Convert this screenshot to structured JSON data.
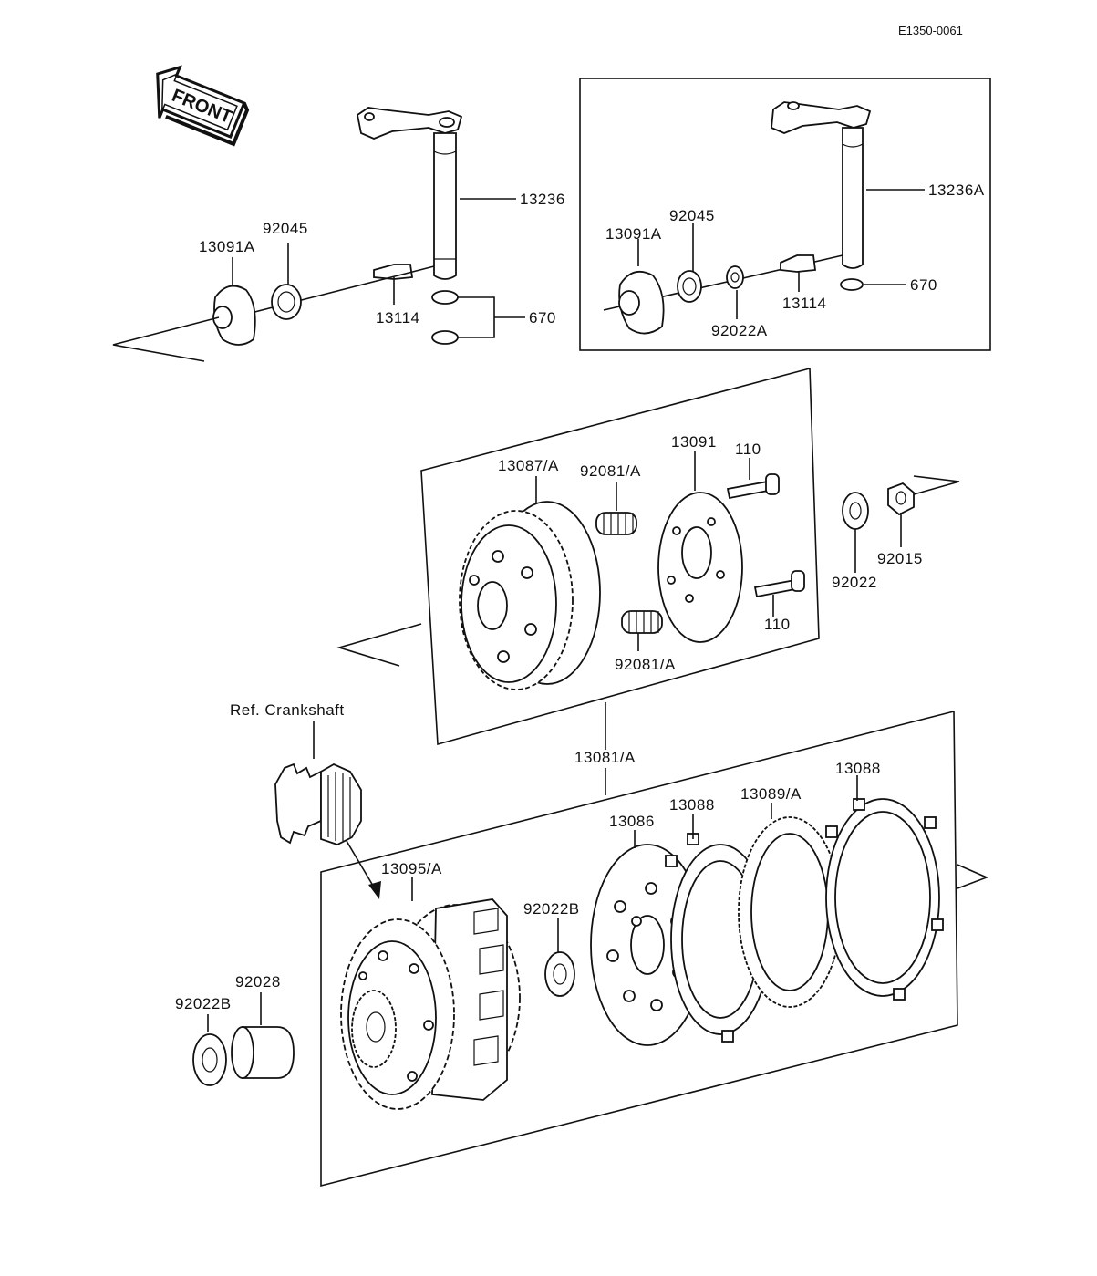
{
  "doc_code": "E1350-0061",
  "front_label": "FRONT",
  "ref_crankshaft": "Ref. Crankshaft",
  "parts": {
    "p13236": "13236",
    "p13236A": "13236A",
    "p13091A_l": "13091A",
    "p92045_l": "92045",
    "p13114_l": "13114",
    "p670_l": "670",
    "p13091A_r": "13091A",
    "p92045_r": "92045",
    "p92022A": "92022A",
    "p13114_r": "13114",
    "p670_r": "670",
    "p13087A": "13087/A",
    "p92081A_t": "92081/A",
    "p92081A_b": "92081/A",
    "p13091": "13091",
    "p110_t": "110",
    "p110_b": "110",
    "p92022": "92022",
    "p92015": "92015",
    "p13081A": "13081/A",
    "p13095A": "13095/A",
    "p92022B_m": "92022B",
    "p13086": "13086",
    "p13088_l": "13088",
    "p13089A": "13089/A",
    "p13088_r": "13088",
    "p92028": "92028",
    "p92022B_l": "92022B"
  }
}
